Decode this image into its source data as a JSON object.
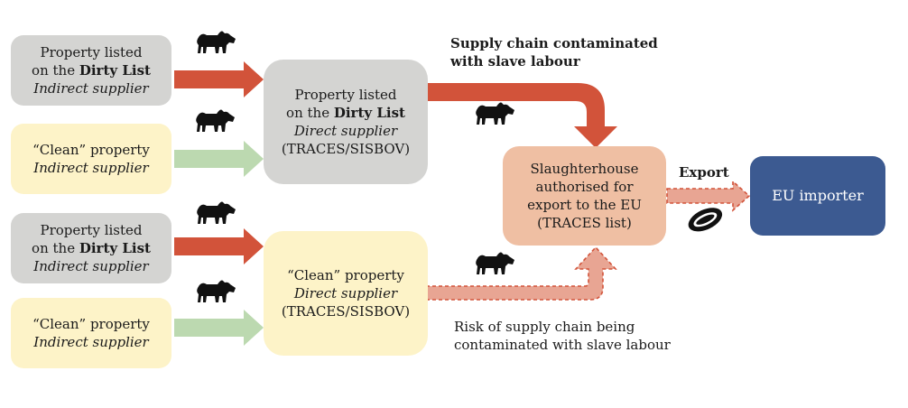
{
  "colors": {
    "red_arrow": "#d2533a",
    "green_arrow": "#bcd9b0",
    "dashed_arrow": "#e8a593",
    "dirty_box": "#d4d4d2",
    "clean_box": "#fdf3c8",
    "slaughterhouse_box": "#efbfa3",
    "eu_box": "#3c5a91"
  },
  "boxes": {
    "ind1": {
      "line1": "Property listed",
      "line2_prefix": "on the ",
      "line2_bold": "Dirty List",
      "line3": "Indirect supplier"
    },
    "ind2": {
      "line1": "“Clean” property",
      "line2": "Indirect supplier"
    },
    "ind3": {
      "line1": "Property listed",
      "line2_prefix": "on the ",
      "line2_bold": "Dirty List",
      "line3": "Indirect supplier"
    },
    "ind4": {
      "line1": "“Clean” property",
      "line2": "Indirect supplier"
    },
    "direct_dirty": {
      "line1": "Property listed",
      "line2_prefix": "on the ",
      "line2_bold": "Dirty List",
      "line3": "Direct supplier",
      "line4": "(TRACES/SISBOV)"
    },
    "direct_clean": {
      "line1": "“Clean” property",
      "line2": "Direct supplier",
      "line3": "(TRACES/SISBOV)"
    },
    "slaughterhouse": {
      "line1": "Slaughterhouse",
      "line2": "authorised for",
      "line3": "export to the EU",
      "line4": "(TRACES list)"
    },
    "eu": {
      "label": "EU importer"
    }
  },
  "labels": {
    "contaminated_1": "Supply chain contaminated",
    "contaminated_2": "with slave labour",
    "risk_1": "Risk of supply chain being",
    "risk_2": "contaminated with slave labour",
    "export": "Export"
  },
  "icons": [
    "cow-icon",
    "meat-steak-icon"
  ]
}
